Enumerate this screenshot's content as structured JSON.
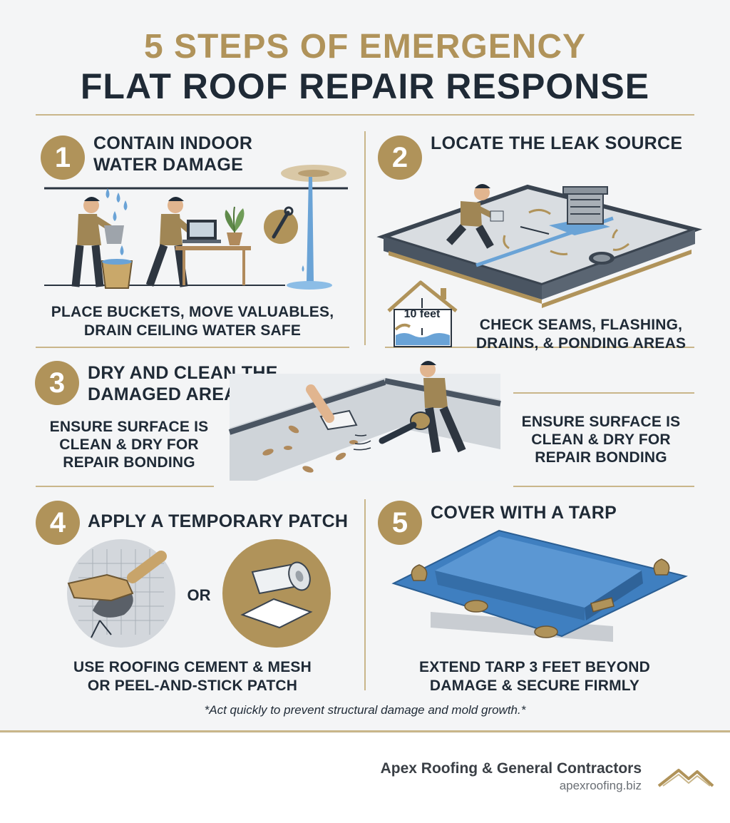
{
  "header": {
    "title_line1": "5 STEPS OF EMERGENCY",
    "title_line2": "FLAT ROOF REPAIR RESPONSE"
  },
  "steps": [
    {
      "number": "1",
      "title_line1": "CONTAIN INDOOR",
      "title_line2": "WATER DAMAGE",
      "caption_line1": "PLACE BUCKETS, MOVE VALUABLES,",
      "caption_line2": "DRAIN CEILING WATER SAFE"
    },
    {
      "number": "2",
      "title_line1": "LOCATE THE LEAK SOURCE",
      "inset_label": "10 feet",
      "caption_line1": "CHECK SEAMS, FLASHING,",
      "caption_line2": "DRAINS, & PONDING AREAS"
    },
    {
      "number": "3",
      "title_line1": "DRY AND CLEAN THE",
      "title_line2": "DAMAGED AREA",
      "caption_left_line1": "ENSURE SURFACE IS",
      "caption_left_line2": "CLEAN & DRY FOR",
      "caption_left_line3": "REPAIR BONDING",
      "caption_right_line1": "ENSURE SURFACE IS",
      "caption_right_line2": "CLEAN & DRY FOR",
      "caption_right_line3": "REPAIR BONDING"
    },
    {
      "number": "4",
      "title_line1": "APPLY A TEMPORARY PATCH",
      "or_label": "OR",
      "caption_line1": "USE ROOFING CEMENT & MESH",
      "caption_line2": "OR PEEL-AND-STICK PATCH"
    },
    {
      "number": "5",
      "title_line1": "COVER WITH A TARP",
      "caption_line1": "EXTEND TARP 3 FEET BEYOND",
      "caption_line2": "DAMAGE & SECURE FIRMLY"
    }
  ],
  "note": "*Act quickly to prevent structural damage and mold growth.*",
  "footer": {
    "company": "Apex Roofing & General Contractors",
    "website": "apexroofing.biz"
  },
  "colors": {
    "gold": "#b0935a",
    "navy": "#1f2a36",
    "water": "#6aa3d6",
    "tarp": "#3f7fc0"
  },
  "icons": [
    "logo-roof-icon",
    "worker-figure",
    "bucket-icon",
    "laptop-icon",
    "plant-icon",
    "wrench-icon",
    "vent-icon",
    "drain-icon",
    "house-icon",
    "leaf-blower-icon",
    "glove-icon",
    "patch-roll-icon",
    "sandbag-icon"
  ]
}
